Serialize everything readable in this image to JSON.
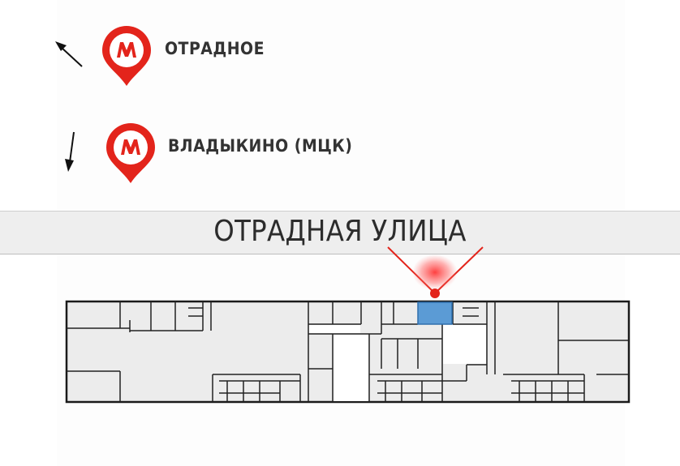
{
  "stations": [
    {
      "name": "ОТРАДНОЕ",
      "icon": "metro-m-icon",
      "arrow": "arrow-up-left-icon"
    },
    {
      "name": "ВЛАДЫКИНО (МЦК)",
      "icon": "metro-m-icon",
      "arrow": "arrow-down-icon"
    }
  ],
  "street": {
    "name": "ОТРАДНАЯ УЛИЦА"
  },
  "colors": {
    "metro_red": "#e3241b",
    "highlight": "#5b9bd5",
    "floor_fill": "#eaeaea"
  }
}
